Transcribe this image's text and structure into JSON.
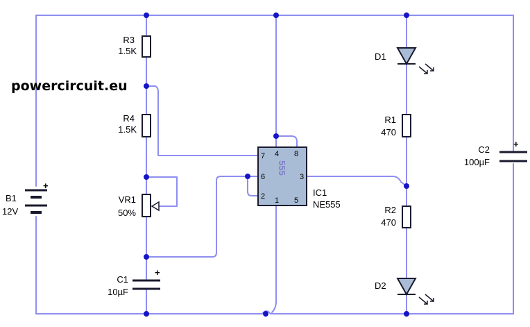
{
  "watermark": "powercircuit.eu",
  "components": {
    "r3": {
      "name": "R3",
      "value": "1.5K"
    },
    "r4": {
      "name": "R4",
      "value": "1.5K"
    },
    "vr1": {
      "name": "VR1",
      "value": "50%"
    },
    "c1": {
      "name": "C1",
      "value": "10µF",
      "polarity": "+"
    },
    "b1": {
      "name": "B1",
      "value": "12V",
      "polarity": "+"
    },
    "ic1": {
      "name": "IC1",
      "value": "NE555",
      "body_text": "555",
      "pins": {
        "p4": "4",
        "p8": "8",
        "p7": "7",
        "p6": "6",
        "p2": "2",
        "p3": "3",
        "p1": "1",
        "p5": "5"
      }
    },
    "d1": {
      "name": "D1"
    },
    "d2": {
      "name": "D2"
    },
    "r1": {
      "name": "R1",
      "value": "470"
    },
    "r2": {
      "name": "R2",
      "value": "470"
    },
    "c2": {
      "name": "C2",
      "value": "100µF",
      "polarity": "+"
    }
  },
  "colors": {
    "wire": "#8e8ef0",
    "junction": "#1515c8",
    "component_fill": "#a9bcd6"
  }
}
